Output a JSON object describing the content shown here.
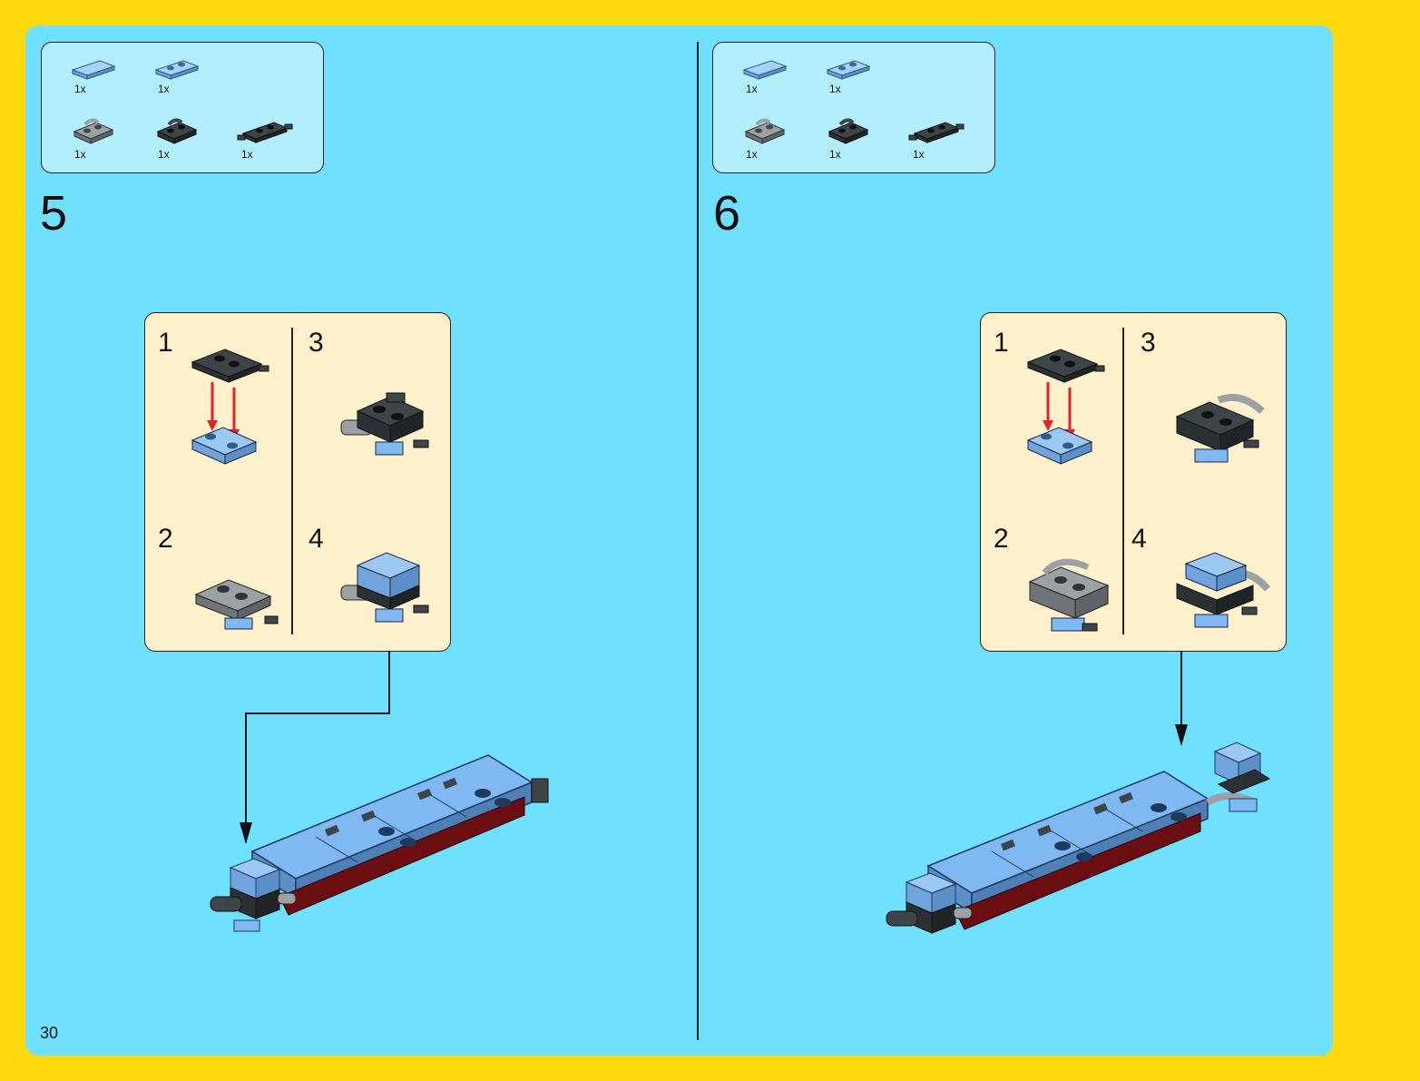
{
  "page_number": "30",
  "steps": [
    {
      "number": "5",
      "parts": [
        {
          "name": "light-blue-tile-1x2",
          "qty": "1x"
        },
        {
          "name": "light-blue-plate-1x2",
          "qty": "1x"
        },
        {
          "name": "grey-plate-with-clips",
          "qty": "1x"
        },
        {
          "name": "dark-grey-plate-with-clips",
          "qty": "1x"
        },
        {
          "name": "dark-grey-plate-with-handles",
          "qty": "1x"
        }
      ],
      "substeps": [
        "1",
        "2",
        "3",
        "4"
      ]
    },
    {
      "number": "6",
      "parts": [
        {
          "name": "light-blue-tile-1x2",
          "qty": "1x"
        },
        {
          "name": "light-blue-plate-1x2",
          "qty": "1x"
        },
        {
          "name": "grey-plate-with-clips",
          "qty": "1x"
        },
        {
          "name": "dark-grey-plate-with-clips",
          "qty": "1x"
        },
        {
          "name": "dark-grey-plate-with-handles",
          "qty": "1x"
        }
      ],
      "substeps": [
        "1",
        "2",
        "3",
        "4"
      ]
    }
  ],
  "colors": {
    "border": "#FFD80E",
    "page": "#6FE0FD",
    "parts_box": "#B3EEFE",
    "substep_box": "#FFF1CC",
    "brick_light_blue": "#7FB8F2",
    "brick_dark": "#2C3336",
    "brick_grey": "#8A9094",
    "brick_dark_red": "#6B0E12",
    "arrow_red": "#E8202A"
  }
}
